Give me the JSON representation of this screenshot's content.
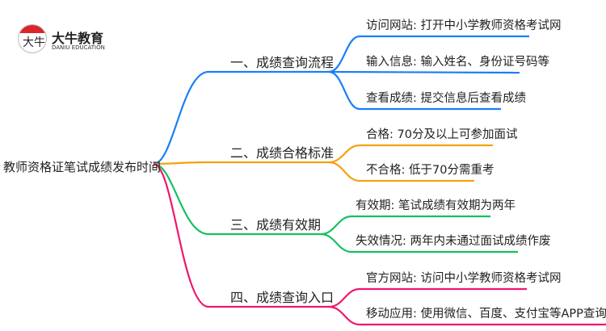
{
  "logo": {
    "glyph": "大牛",
    "name": "大牛教育",
    "en": "DANIU EDUCATION"
  },
  "root": "教师资格证笔试成绩发布时间",
  "colors": {
    "b1": "#1a7ff5",
    "b2": "#f5a20f",
    "b3": "#14c063",
    "b4": "#f0166e"
  },
  "branches": [
    {
      "label": "一、成绩查询流程",
      "leaves": [
        "访问网站: 打开中小学教师资格考试网",
        "输入信息: 输入姓名、身份证号码等",
        "查看成绩: 提交信息后查看成绩"
      ]
    },
    {
      "label": "二、成绩合格标准",
      "leaves": [
        "合格: 70分及以上可参加面试",
        "不合格: 低于70分需重考"
      ]
    },
    {
      "label": "三、成绩有效期",
      "leaves": [
        "有效期: 笔试成绩有效期为两年",
        "失效情况: 两年内未通过面试成绩作废"
      ]
    },
    {
      "label": "四、成绩查询入口",
      "leaves": [
        "官方网站: 访问中小学教师资格考试网",
        "移动应用: 使用微信、百度、支付宝等APP查询"
      ]
    }
  ]
}
